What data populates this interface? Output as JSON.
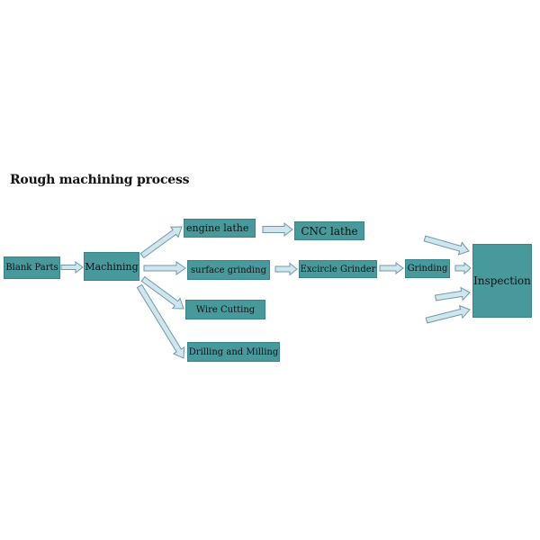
{
  "title": "Rough machining process",
  "nodes": {
    "blank_parts": "Blank Parts",
    "machining": "Machining",
    "engine_lathe": "engine lathe",
    "cnc_lathe": "CNC lathe",
    "surface_grinding": "surface grinding",
    "excircle_grinder": "Excircle Grinder",
    "grinding": "Grinding",
    "wire_cutting": "Wire Cutting",
    "drilling_milling": "Drilling and Milling",
    "inspection": "Inspection"
  },
  "colors": {
    "box_fill": "#48999c",
    "arrow_fill": "#cfe6ee",
    "arrow_stroke": "#6f9aa8"
  }
}
